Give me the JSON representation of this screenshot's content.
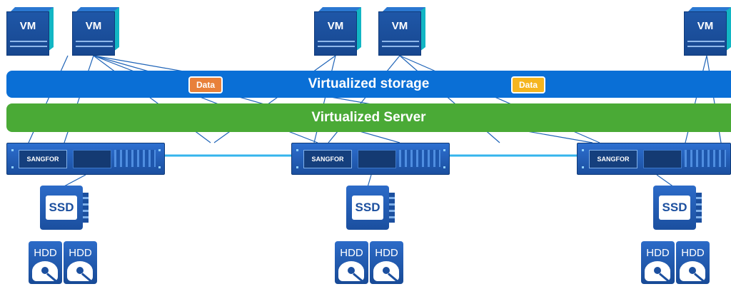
{
  "colors": {
    "storage_band": "#0a6fd6",
    "server_band": "#4aaa36",
    "data_badge_orange": "#e8803a",
    "data_badge_yellow": "#f5b51f",
    "link_line": "#1e63b7",
    "server_link": "#34b4ec"
  },
  "vms": [
    {
      "label": "VM"
    },
    {
      "label": "VM"
    },
    {
      "label": "VM"
    },
    {
      "label": "VM"
    },
    {
      "label": "VM"
    }
  ],
  "storage_band": {
    "label": "Virtualized storage"
  },
  "server_band": {
    "label": "Virtualized Server"
  },
  "badges": [
    {
      "label": "Data",
      "color": "orange"
    },
    {
      "label": "Data",
      "color": "yellow"
    }
  ],
  "servers": [
    {
      "brand": "SANGFOR"
    },
    {
      "brand": "SANGFOR"
    },
    {
      "brand": "SANGFOR"
    }
  ],
  "ssds": [
    {
      "label": "SSD"
    },
    {
      "label": "SSD"
    },
    {
      "label": "SSD"
    }
  ],
  "hdds": [
    {
      "label": "HDD"
    },
    {
      "label": "HDD"
    },
    {
      "label": "HDD"
    },
    {
      "label": "HDD"
    },
    {
      "label": "HDD"
    },
    {
      "label": "HDD"
    }
  ]
}
